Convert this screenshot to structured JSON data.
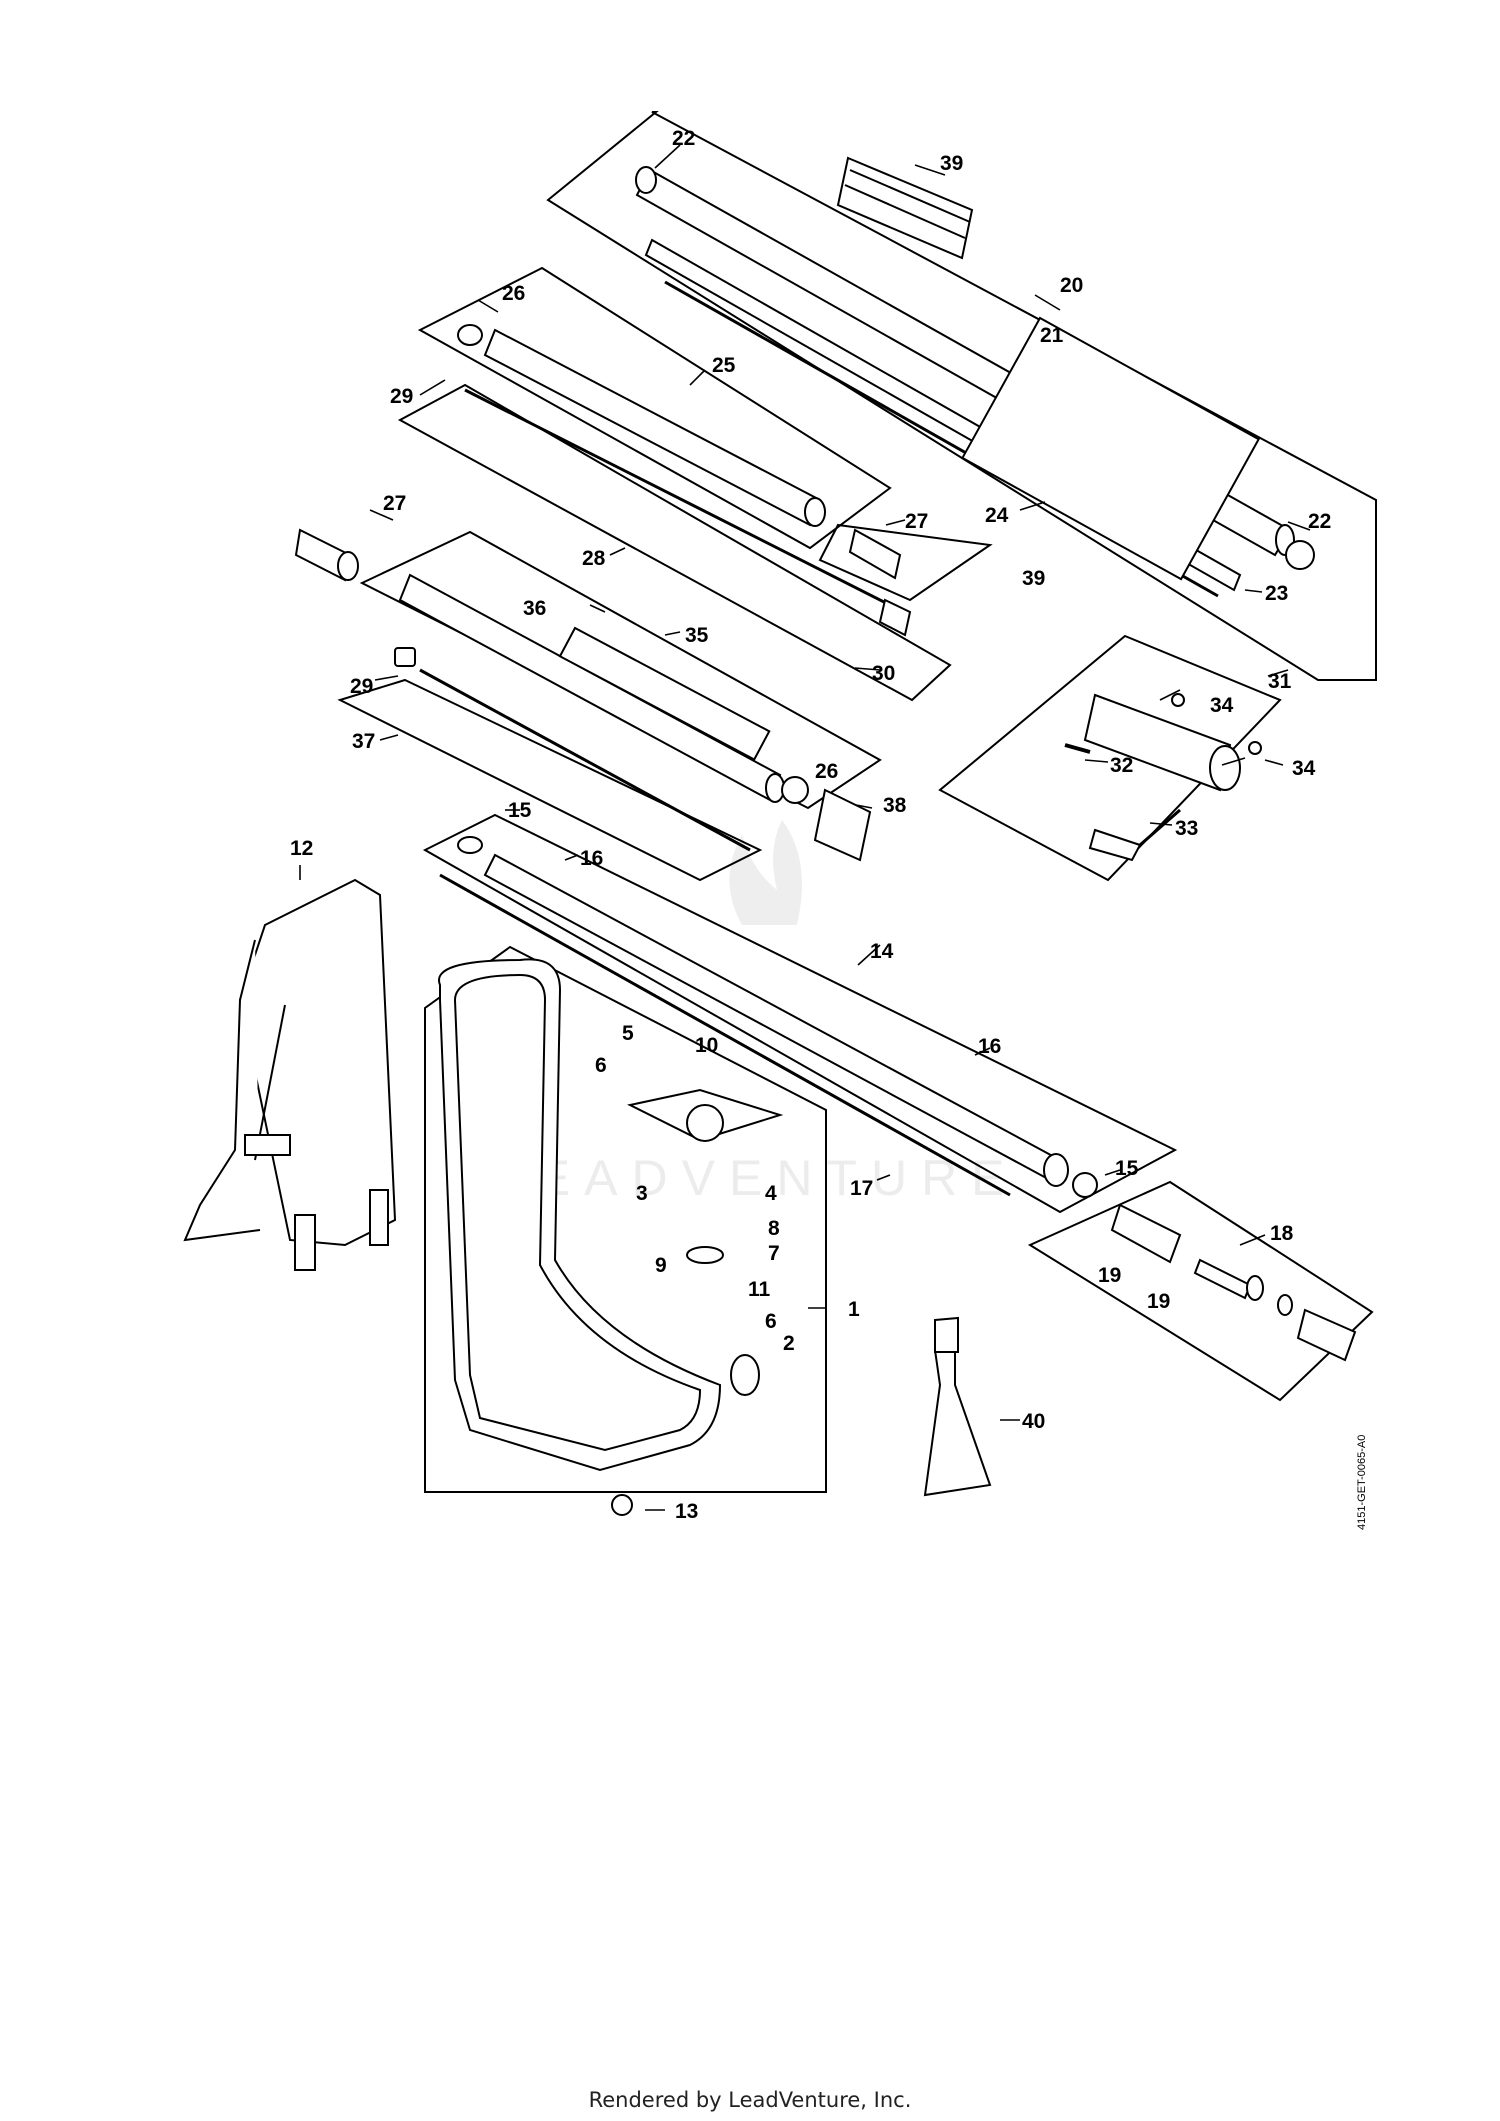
{
  "diagram": {
    "watermark": "LEADVENTURE",
    "drawing_code": "4151-GET-0065-A0",
    "callouts": [
      "1",
      "2",
      "3",
      "4",
      "5",
      "6",
      "6",
      "7",
      "8",
      "9",
      "10",
      "11",
      "12",
      "13",
      "14",
      "15",
      "15",
      "16",
      "16",
      "17",
      "18",
      "19",
      "19",
      "20",
      "21",
      "22",
      "22",
      "23",
      "24",
      "25",
      "26",
      "26",
      "27",
      "27",
      "28",
      "29",
      "29",
      "30",
      "31",
      "32",
      "33",
      "34",
      "34",
      "35",
      "36",
      "37",
      "38",
      "39",
      "39",
      "40"
    ]
  },
  "footer": {
    "text": "Rendered by LeadVenture, Inc."
  }
}
